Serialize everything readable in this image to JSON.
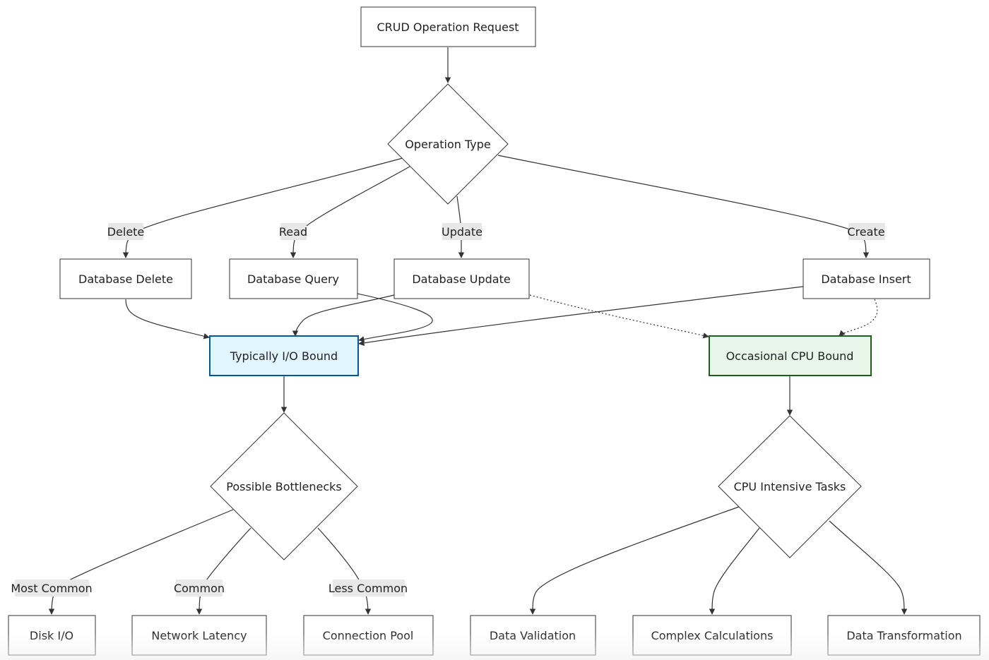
{
  "nodes": {
    "crud_request": "CRUD Operation Request",
    "operation_type": "Operation Type",
    "db_delete": "Database Delete",
    "db_query": "Database Query",
    "db_update": "Database Update",
    "db_insert": "Database Insert",
    "io_bound": "Typically I/O Bound",
    "cpu_bound": "Occasional CPU Bound",
    "bottlenecks": "Possible Bottlenecks",
    "cpu_tasks": "CPU Intensive Tasks",
    "disk_io": "Disk I/O",
    "network_latency": "Network Latency",
    "connection_pool": "Connection Pool",
    "data_validation": "Data Validation",
    "complex_calculations": "Complex Calculations",
    "data_transformation": "Data Transformation"
  },
  "edge_labels": {
    "delete": "Delete",
    "read": "Read",
    "update": "Update",
    "create": "Create",
    "most_common": "Most Common",
    "common": "Common",
    "less_common": "Less Common"
  },
  "colors": {
    "io_fill": "#e1f5fe",
    "io_stroke": "#01579b",
    "cpu_fill": "#e8f5e9",
    "cpu_stroke": "#1b5e20"
  }
}
